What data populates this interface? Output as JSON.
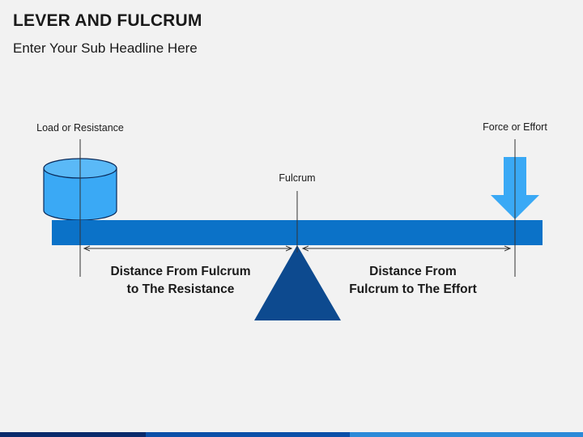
{
  "slide": {
    "title": "LEVER AND FULCRUM",
    "subtitle": "Enter Your Sub Headline Here"
  },
  "diagram": {
    "load_label": "Load or Resistance",
    "force_label": "Force or Effort",
    "fulcrum_label": "Fulcrum",
    "left_distance_line1": "Distance From Fulcrum",
    "left_distance_line2": "to The Resistance",
    "right_distance_line1": "Distance From",
    "right_distance_line2": "Fulcrum to The Effort"
  },
  "colors": {
    "background": "#f2f2f2",
    "beam": "#0b72c8",
    "fulcrum": "#0d4a8f",
    "load_body": "#3aa9f5",
    "load_top": "#5ab9f7",
    "arrow": "#3aa9f5",
    "guide_line": "#333333",
    "text": "#1a1a1a"
  }
}
